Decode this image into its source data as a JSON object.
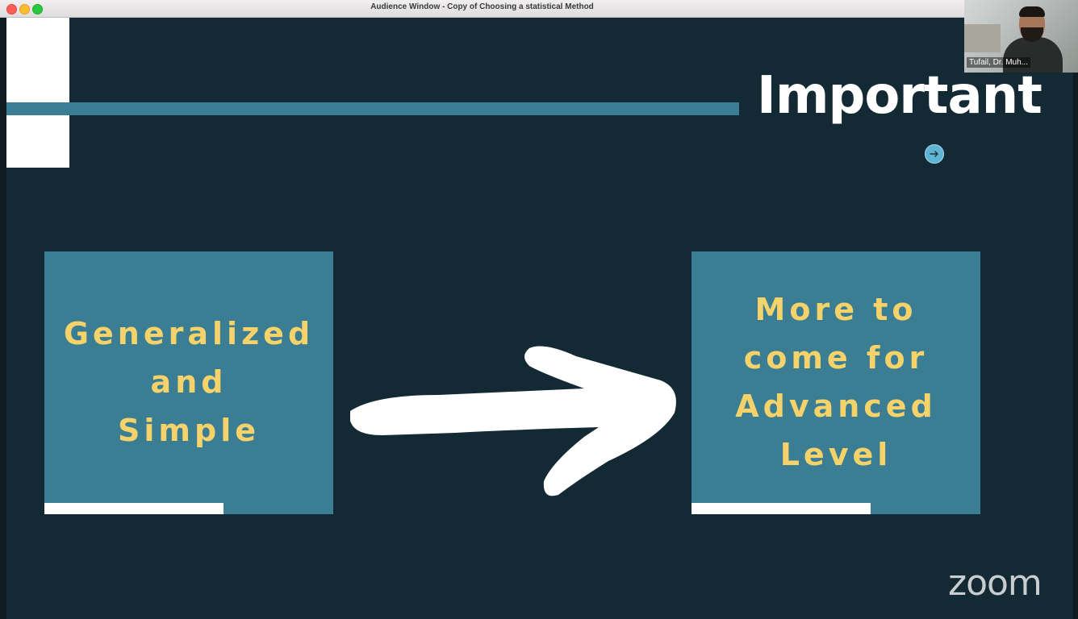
{
  "window": {
    "title": "Audience Window - Copy of Choosing a statistical Method"
  },
  "slide": {
    "heading": "Important",
    "left_box": {
      "lines": [
        "Generalized",
        "and",
        "Simple"
      ]
    },
    "right_box": {
      "lines": [
        "More to",
        "come for",
        "Advanced",
        "Level"
      ]
    }
  },
  "video": {
    "participant_name": "Tufail, Dr. Muh..."
  },
  "branding": {
    "logo_text": "zoom"
  },
  "colors": {
    "background": "#132a35",
    "accent_teal": "#3b7e94",
    "box_text": "#f5d36a",
    "heading_text": "#ffffff"
  }
}
